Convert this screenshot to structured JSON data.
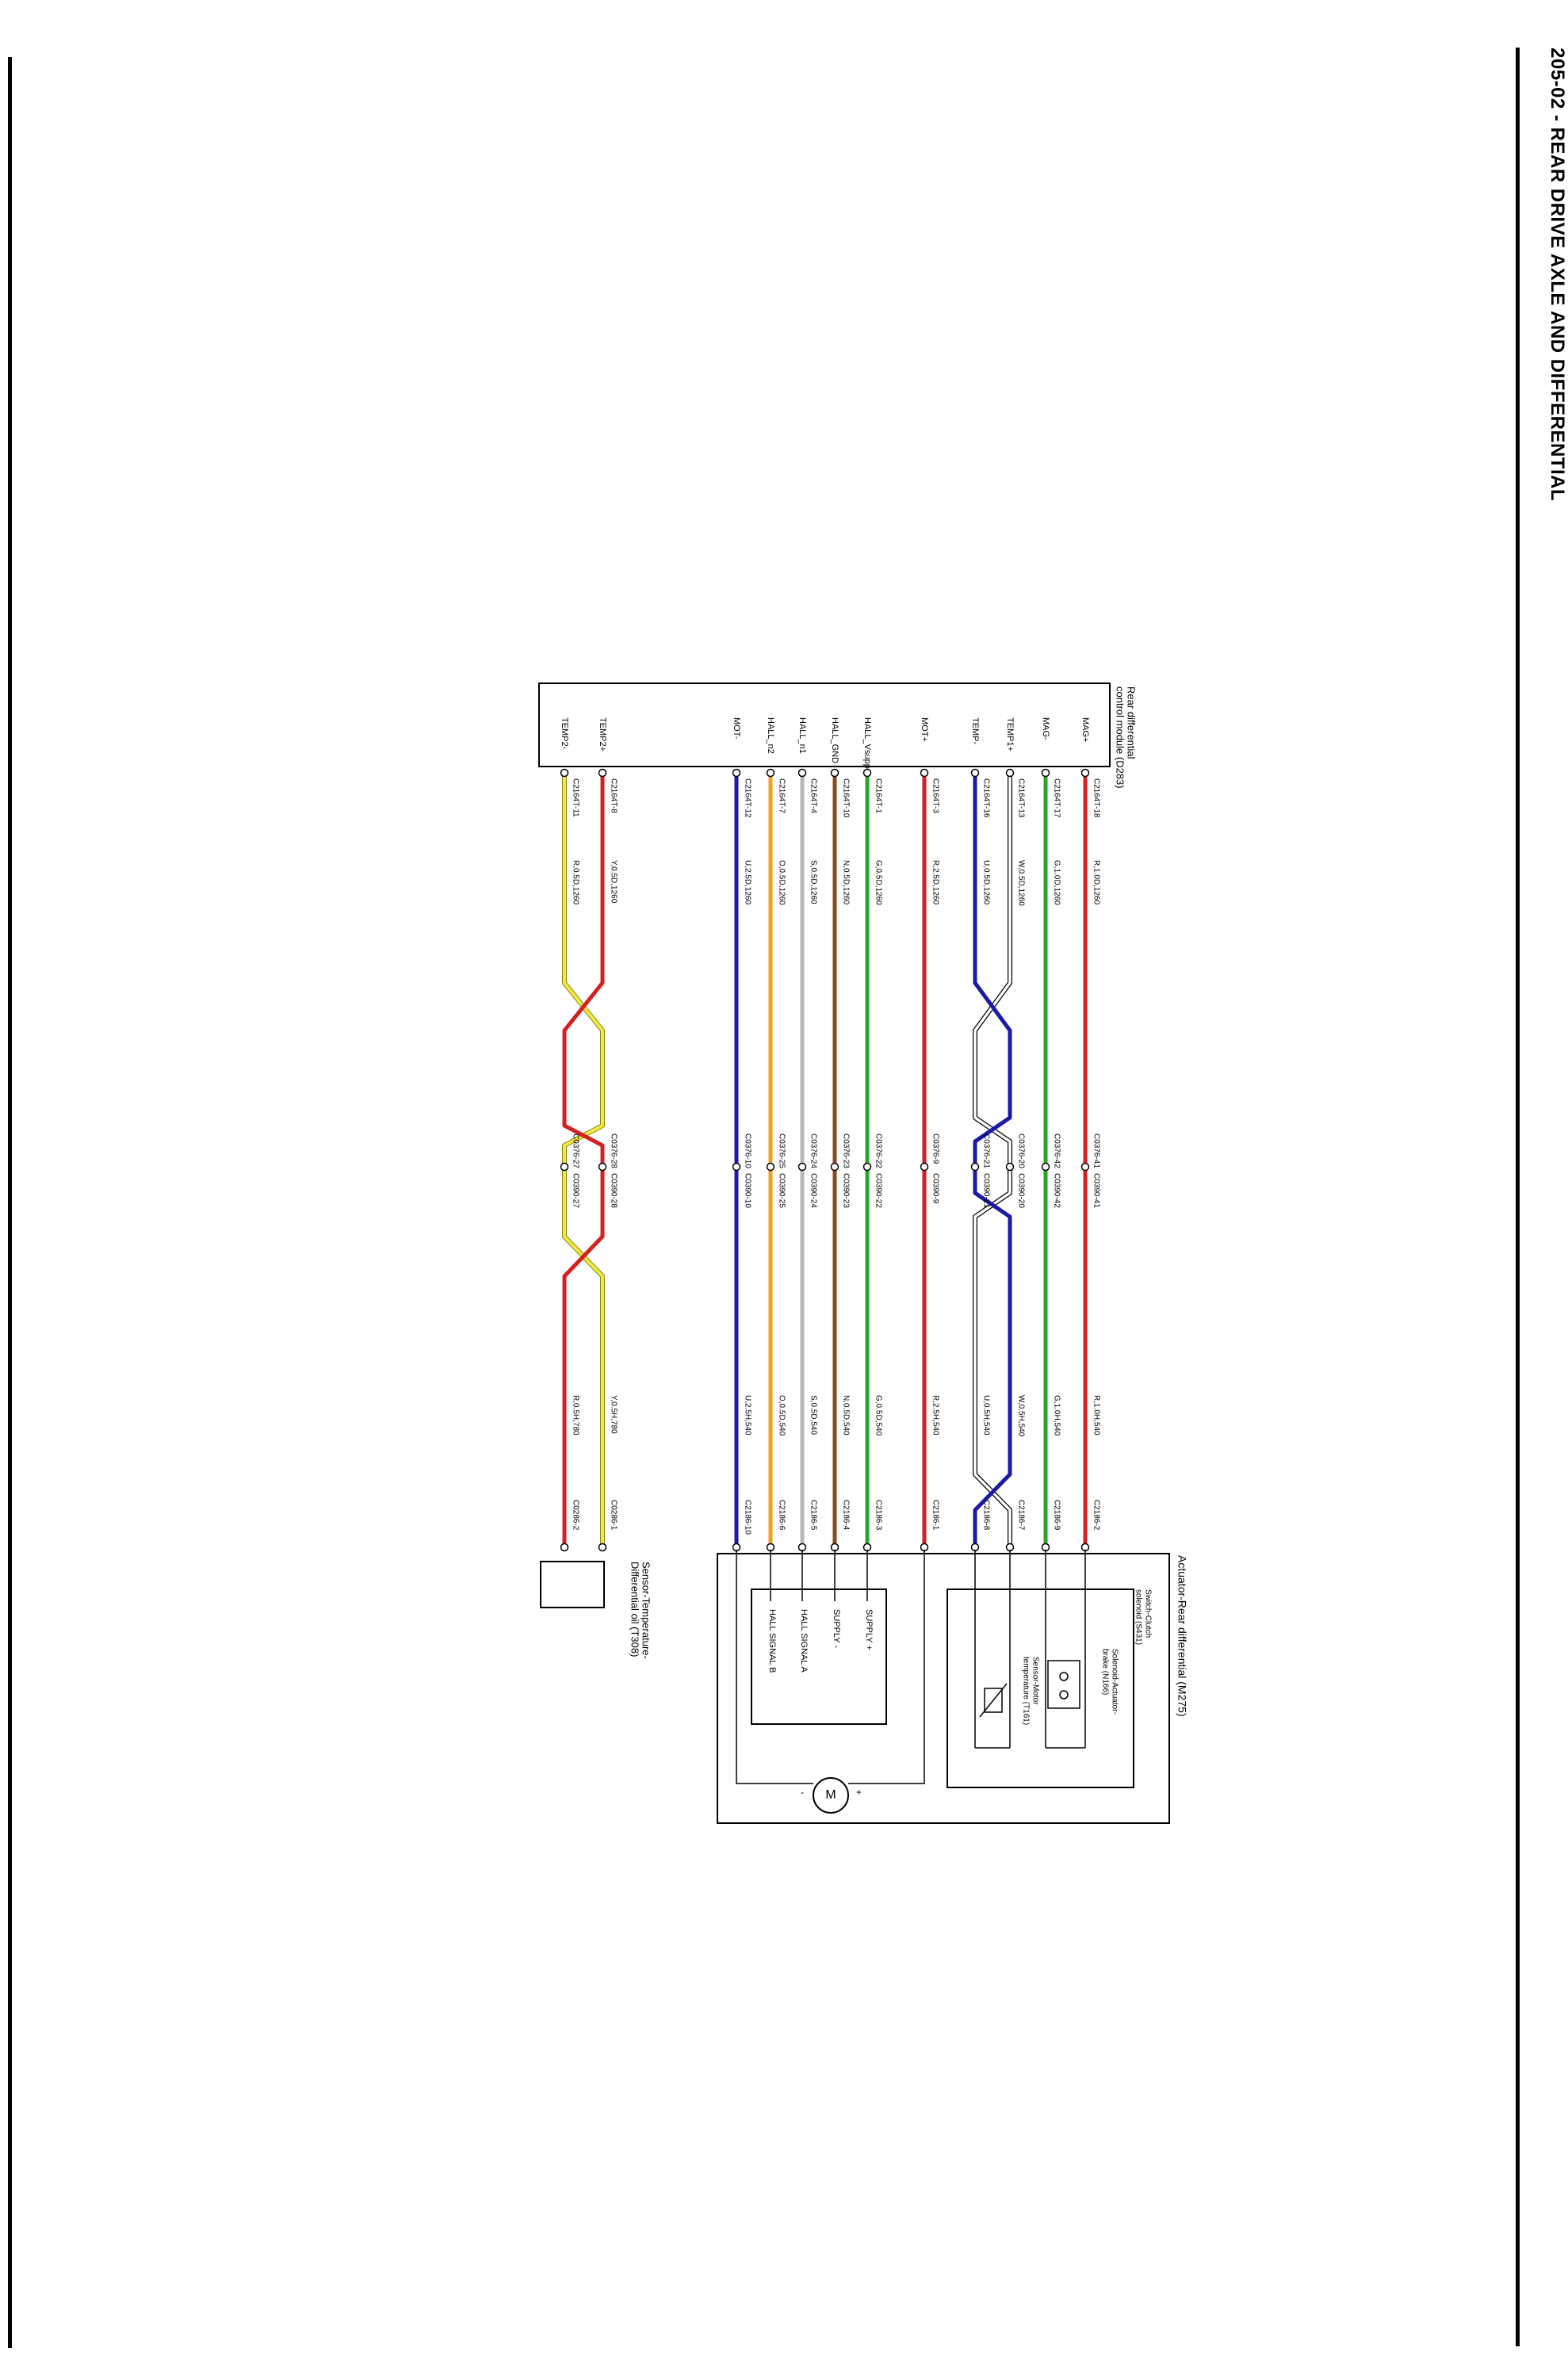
{
  "header": {
    "title": "205-02 - REAR DRIVE AXLE AND DIFFERENTIAL"
  },
  "components": {
    "module": {
      "label_line1": "Rear differential",
      "label_line2": "control module (D283)"
    },
    "actuator": {
      "label": "Actuator-Rear differential (M275)"
    },
    "switch": {
      "label_line1": "Switch-Clutch",
      "label_line2": "solenoid (S431)"
    },
    "solenoid": {
      "label_line1": "Solenoid-Actuator-",
      "label_line2": "brake (N166)"
    },
    "motor_temp": {
      "label_line1": "Sensor-Motor",
      "label_line2": "temperature (T161)"
    },
    "hall_box": {
      "lines": [
        "SUPPLY +",
        "SUPPLY -",
        "HALL SIGNAL A",
        "HALL SIGNAL B"
      ]
    },
    "motor": {
      "symbol": "M",
      "plus": "+",
      "minus": "-"
    },
    "temp_sensor": {
      "label_line1": "Sensor-Temperature-",
      "label_line2": "Differential oil (T308)"
    }
  },
  "wires": [
    {
      "pin": "MAG+",
      "c1": "C2164T-18",
      "spec1": "R,1.0D,1260",
      "c2": "C0376-41",
      "c3": "C0390-41",
      "spec2": "R,1.0H,540",
      "c4": "C2186-2",
      "color": "#d42020"
    },
    {
      "pin": "MAG-",
      "c1": "C2164T-17",
      "spec1": "G,1.0D,1260",
      "c2": "C0376-42",
      "c3": "C0390-42",
      "spec2": "G,1.0H,540",
      "c4": "C2186-9",
      "color": "#2aa52a"
    },
    {
      "pin": "TEMP1+",
      "c1": "C2164T-13",
      "spec1": "W,0.5D,1260",
      "c2": "C0376-20",
      "c3": "C0390-20",
      "spec2": "W,0.5H,540",
      "c4": "C2186-7",
      "color": "#ffffff"
    },
    {
      "pin": "TEMP-",
      "c1": "C2164T-16",
      "spec1": "U,0.5D,1260",
      "c2": "C0376-21",
      "c3": "C0390-21",
      "spec2": "U,0.5H,540",
      "c4": "C2186-8",
      "color": "#1a1aa6"
    },
    {
      "pin": "MOT+",
      "c1": "C2164T-3",
      "spec1": "R,2.5D,1260",
      "c2": "C0376-9",
      "c3": "C0390-9",
      "spec2": "R,2.5H,540",
      "c4": "C2186-1",
      "color": "#d42020"
    },
    {
      "pin": "HALL_Vsupp",
      "c1": "C2164T-1",
      "spec1": "G,0.5D,1260",
      "c2": "C0376-22",
      "c3": "C0390-22",
      "spec2": "G,0.5D,540",
      "c4": "C2186-3",
      "color": "#2aa52a"
    },
    {
      "pin": "HALL_GND",
      "c1": "C2164T-10",
      "spec1": "N,0.5D,1260",
      "c2": "C0376-23",
      "c3": "C0390-23",
      "spec2": "N,0.5D,540",
      "c4": "C2186-4",
      "color": "#8a4a1c"
    },
    {
      "pin": "HALL_n1",
      "c1": "C2164T-4",
      "spec1": "S,0.5D,1260",
      "c2": "C0376-24",
      "c3": "C0390-24",
      "spec2": "S,0.5D,540",
      "c4": "C2186-5",
      "color": "#b8b8b8"
    },
    {
      "pin": "HALL_n2",
      "c1": "C2164T-7",
      "spec1": "O,0.5D,1260",
      "c2": "C0376-25",
      "c3": "C0390-25",
      "spec2": "O,0.5D,540",
      "c4": "C2186-6",
      "color": "#f0a020"
    },
    {
      "pin": "MOT-",
      "c1": "C2164T-12",
      "spec1": "U,2.5D,1260",
      "c2": "C0376-10",
      "c3": "C0390-10",
      "spec2": "U,2.5H,540",
      "c4": "C2186-10",
      "color": "#1a1aa6"
    },
    {
      "pin": "TEMP2+",
      "c1": "C2164T-8",
      "spec1": "Y,0.5D,1260",
      "c2": "C0376-28",
      "c3": "C0390-28",
      "spec2": "Y,0.5H,780",
      "c4": "C0286-1",
      "color": "#f2ea3a"
    },
    {
      "pin": "TEMP2-",
      "c1": "C2164T-11",
      "spec1": "R,0.5D,1260",
      "c2": "C0376-27",
      "c3": "C0390-27",
      "spec2": "R,0.5H,780",
      "c4": "C0286-2",
      "color": "#d42020"
    }
  ]
}
